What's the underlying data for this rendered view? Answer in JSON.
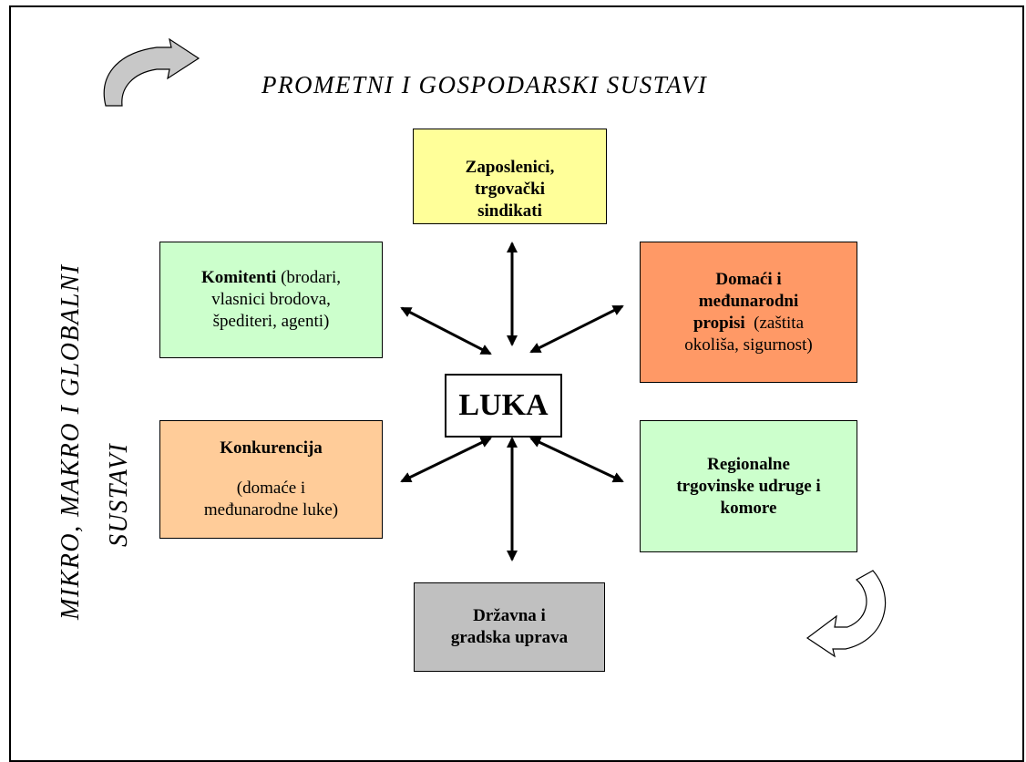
{
  "title": "PROMETNI I GOSPODARSKI SUSTAVI",
  "side_label_line1": "MIKRO, MAKRO I GLOBALNI",
  "side_label_line2": "SUSTAVI",
  "center": "LUKA",
  "nodes": {
    "zaposlenici": {
      "line1": "Zaposlenici,",
      "line2": "trgovački",
      "line3": "sindikati"
    },
    "komitenti": {
      "bold": "Komitenti",
      "rest1": " (brodari,",
      "line2": "vlasnici brodova,",
      "line3": "špediteri, agenti)"
    },
    "propisi": {
      "line1": "Domaći i",
      "line2": "međunarodni",
      "bold3": "propisi",
      "rest3": "  (zaštita",
      "line4": "okoliša, sigurnost)"
    },
    "konkurencija": {
      "line1": "Konkurencija",
      "line2": "(domaće i",
      "line3": "međunarodne luke)"
    },
    "regionalne": {
      "line1": "Regionalne",
      "line2": "trgovinske udruge i",
      "line3": "komore"
    },
    "drzavna": {
      "line1": "Državna i",
      "line2": "gradska uprava"
    }
  },
  "colors": {
    "zaposlenici": "#ffff99",
    "komitenti": "#ccffcc",
    "propisi": "#ff9966",
    "konkurencija": "#ffcc99",
    "regionalne": "#ccffcc",
    "drzavna": "#c0c0c0"
  },
  "icons": [
    "curved-arrow-icon-top-left",
    "curved-arrow-icon-bottom-right"
  ]
}
